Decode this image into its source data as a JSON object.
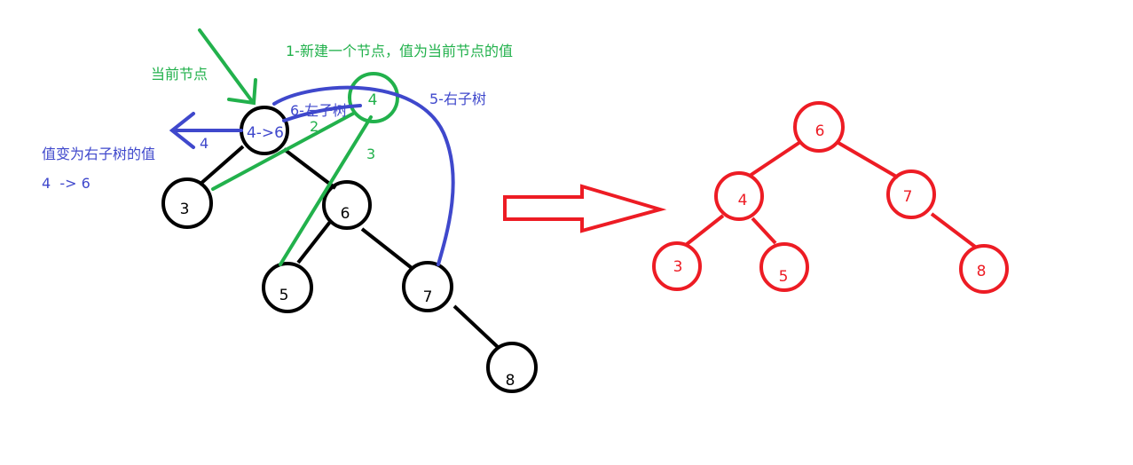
{
  "colors": {
    "tree": "#000000",
    "green": "#22b14c",
    "blue": "#3f48cc",
    "red": "#ed1c24"
  },
  "left_tree": {
    "current_node_text": "4->6",
    "new_node_value": "4",
    "nodes": [
      "3",
      "6",
      "5",
      "7",
      "8"
    ]
  },
  "annotations": {
    "current_node": "当前节点",
    "step1": "1-新建一个节点，值为当前节点的值",
    "step2": "2",
    "step3": "3",
    "step4": "4",
    "step5": "5-右子树",
    "step6": "6-左子树",
    "value_change": "值变为右子树的值",
    "value_change_detail": "4  -> 6"
  },
  "right_tree": {
    "nodes": [
      "6",
      "4",
      "7",
      "3",
      "5",
      "8"
    ]
  }
}
